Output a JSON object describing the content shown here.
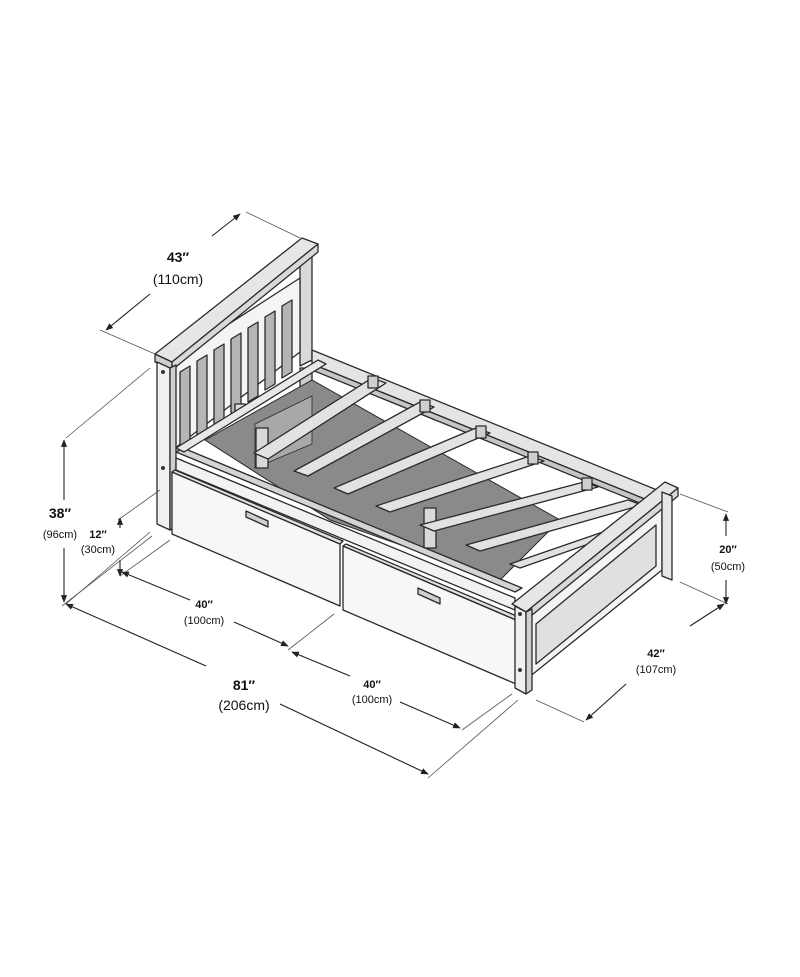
{
  "dimensions": {
    "headboard_width": {
      "imperial": "43″",
      "metric": "(110cm)"
    },
    "headboard_height": {
      "imperial": "38″",
      "metric": "(96cm)"
    },
    "drawer_height": {
      "imperial": "12″",
      "metric": "(30cm)"
    },
    "drawer_left_length": {
      "imperial": "40″",
      "metric": "(100cm)"
    },
    "drawer_right_length": {
      "imperial": "40″",
      "metric": "(100cm)"
    },
    "overall_length": {
      "imperial": "81″",
      "metric": "(206cm)"
    },
    "footboard_height": {
      "imperial": "20″",
      "metric": "(50cm)"
    },
    "overall_width": {
      "imperial": "42″",
      "metric": "(107cm)"
    }
  },
  "colors": {
    "line": "#2a2a2a",
    "panel_light": "#f4f4f4",
    "panel_mid": "#d9d9d9",
    "panel_dark": "#b5b5b5",
    "shadow": "#6e6e6e"
  }
}
